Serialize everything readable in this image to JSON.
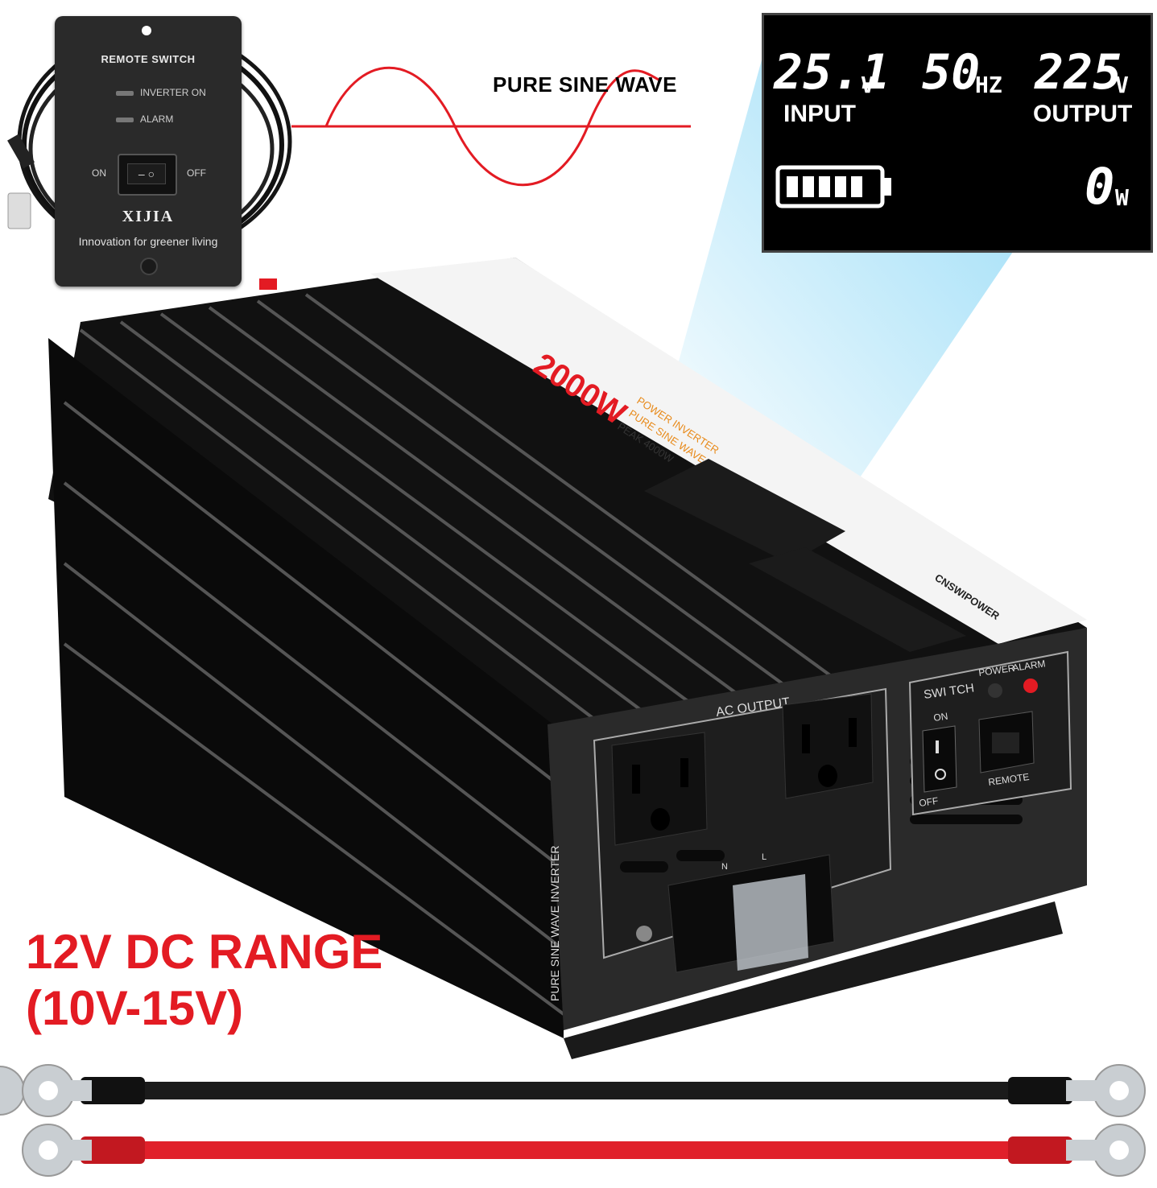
{
  "remote": {
    "title": "REMOTE SWITCH",
    "led_inverter_on": "INVERTER ON",
    "led_alarm": "ALARM",
    "on_label": "ON",
    "off_label": "OFF",
    "brand": "XIJIA",
    "slogan": "Innovation for greener living"
  },
  "waveform": {
    "label": "PURE SINE WAVE"
  },
  "lcd": {
    "input_value": "25.1",
    "input_unit": "V",
    "input_label": "INPUT",
    "freq_value": "50",
    "freq_unit": "HZ",
    "output_value": "225",
    "output_unit": "V",
    "output_label": "OUTPUT",
    "power_value": "0",
    "power_unit": "W"
  },
  "inverter": {
    "label_power": "2000W",
    "label_line1": "POWER INVERTER",
    "label_line2": "PURE SINE WAVE",
    "label_peak": "PEAK 4000W",
    "brand": "CNSWIPOWER",
    "ac_output": "AC OUTPUT",
    "switch": "SWI TCH",
    "power": "POWER",
    "alarm": "ALARM",
    "on": "ON",
    "off": "OFF",
    "remote": "REMOTE",
    "side_text": "PURE  SINE  WAVE  INVERTER",
    "terminal_n": "N",
    "terminal_l": "L"
  },
  "range": {
    "line1": "12V DC RANGE",
    "line2": "(10V-15V)"
  },
  "colors": {
    "red": "#e31b23",
    "cable_black": "#1b1b1b",
    "cable_red": "#e0202a",
    "beam": "#5ec8f2"
  }
}
